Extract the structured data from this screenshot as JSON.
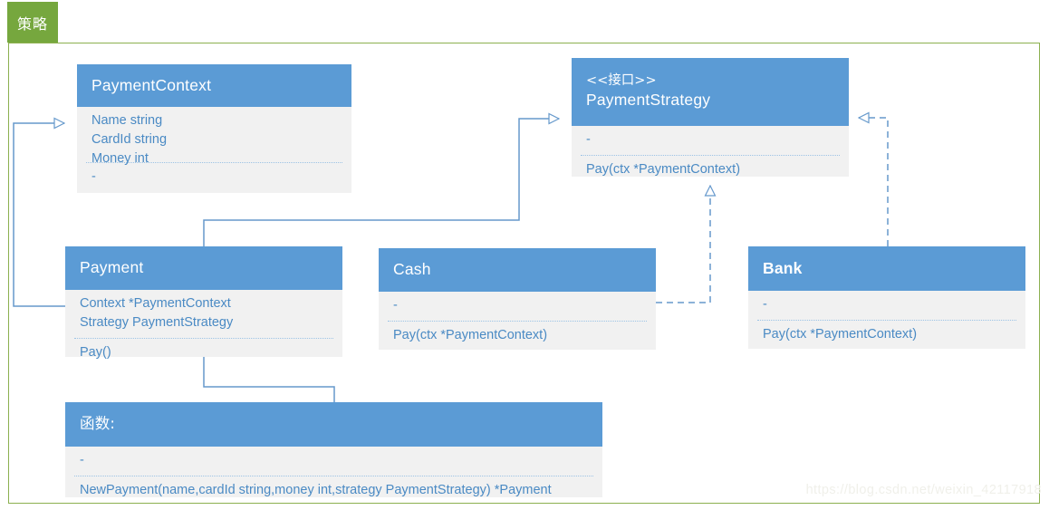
{
  "diagram": {
    "tab_label": "策略",
    "watermark": "https://blog.csdn.net/weixin_42117918",
    "colors": {
      "header_blue": "#5b9bd5",
      "body_grey": "#f1f1f1",
      "text_blue": "#4a8ac4",
      "frame_green": "#8cb04f",
      "tab_green": "#76a73e",
      "connector_blue": "#6699cc"
    },
    "classes": [
      {
        "id": "payment-context",
        "stereotype": "",
        "name": "PaymentContext",
        "attributes": [
          "Name string",
          "CardId string",
          "Money int"
        ],
        "operations": [
          "-"
        ]
      },
      {
        "id": "payment-strategy",
        "stereotype": "<<接口>>",
        "name": "PaymentStrategy",
        "attributes": [
          "-"
        ],
        "operations": [
          "Pay(ctx *PaymentContext)"
        ]
      },
      {
        "id": "payment",
        "stereotype": "",
        "name": "Payment",
        "attributes": [
          "Context *PaymentContext",
          "Strategy PaymentStrategy"
        ],
        "operations": [
          "Pay()"
        ]
      },
      {
        "id": "cash",
        "stereotype": "",
        "name": "Cash",
        "attributes": [
          "-"
        ],
        "operations": [
          "Pay(ctx *PaymentContext)"
        ]
      },
      {
        "id": "bank",
        "stereotype": "",
        "name": "Bank",
        "attributes": [
          "-"
        ],
        "operations": [
          "Pay(ctx *PaymentContext)"
        ]
      },
      {
        "id": "functions",
        "stereotype": "",
        "name": "函数:",
        "attributes": [
          "-"
        ],
        "operations": [
          "NewPayment(name,cardId string,money int,strategy PaymentStrategy) *Payment"
        ]
      }
    ],
    "connectors": [
      {
        "name": "payment-to-paymentcontext",
        "kind": "generalization",
        "from": "payment",
        "to": "payment-context"
      },
      {
        "name": "payment-to-paymentstrategy",
        "kind": "generalization",
        "from": "payment",
        "to": "payment-strategy"
      },
      {
        "name": "cash-realizes-paymentstrategy",
        "kind": "realization",
        "from": "cash",
        "to": "payment-strategy"
      },
      {
        "name": "bank-realizes-paymentstrategy",
        "kind": "realization",
        "from": "bank",
        "to": "payment-strategy"
      },
      {
        "name": "payment-to-functions",
        "kind": "association",
        "from": "payment",
        "to": "functions"
      }
    ]
  }
}
